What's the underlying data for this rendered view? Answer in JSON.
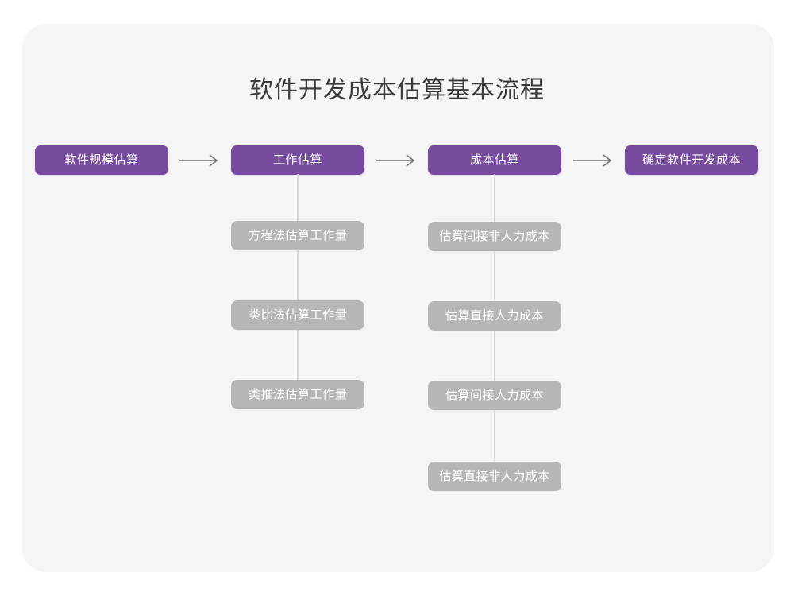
{
  "title": "软件开发成本估算基本流程",
  "colors": {
    "page_background": "#ffffff",
    "card_background": "#f5f5f5",
    "primary_node": "#764a9e",
    "secondary_node": "#b6b6b6",
    "node_text": "#ffffff",
    "title_text": "#3b3b3b",
    "connector": "#d8d8d8",
    "arrow": "#6d6d6d"
  },
  "flow": {
    "main_steps": [
      {
        "label": "软件规模估算"
      },
      {
        "label": "工作估算"
      },
      {
        "label": "成本估算"
      },
      {
        "label": "确定软件开发成本"
      }
    ],
    "arrows": [
      {
        "glyph": "⟶",
        "name": "arrow-right-icon"
      },
      {
        "glyph": "⟶",
        "name": "arrow-right-icon"
      },
      {
        "glyph": "⟶",
        "name": "arrow-right-icon"
      }
    ],
    "effort_branch": [
      {
        "label": "方程法估算工作量"
      },
      {
        "label": "类比法估算工作量"
      },
      {
        "label": "类推法估算工作量"
      }
    ],
    "cost_branch": [
      {
        "label": "估算间接非人力成本"
      },
      {
        "label": "估算直接人力成本"
      },
      {
        "label": "估算间接人力成本"
      },
      {
        "label": "估算直接非人力成本"
      }
    ]
  }
}
